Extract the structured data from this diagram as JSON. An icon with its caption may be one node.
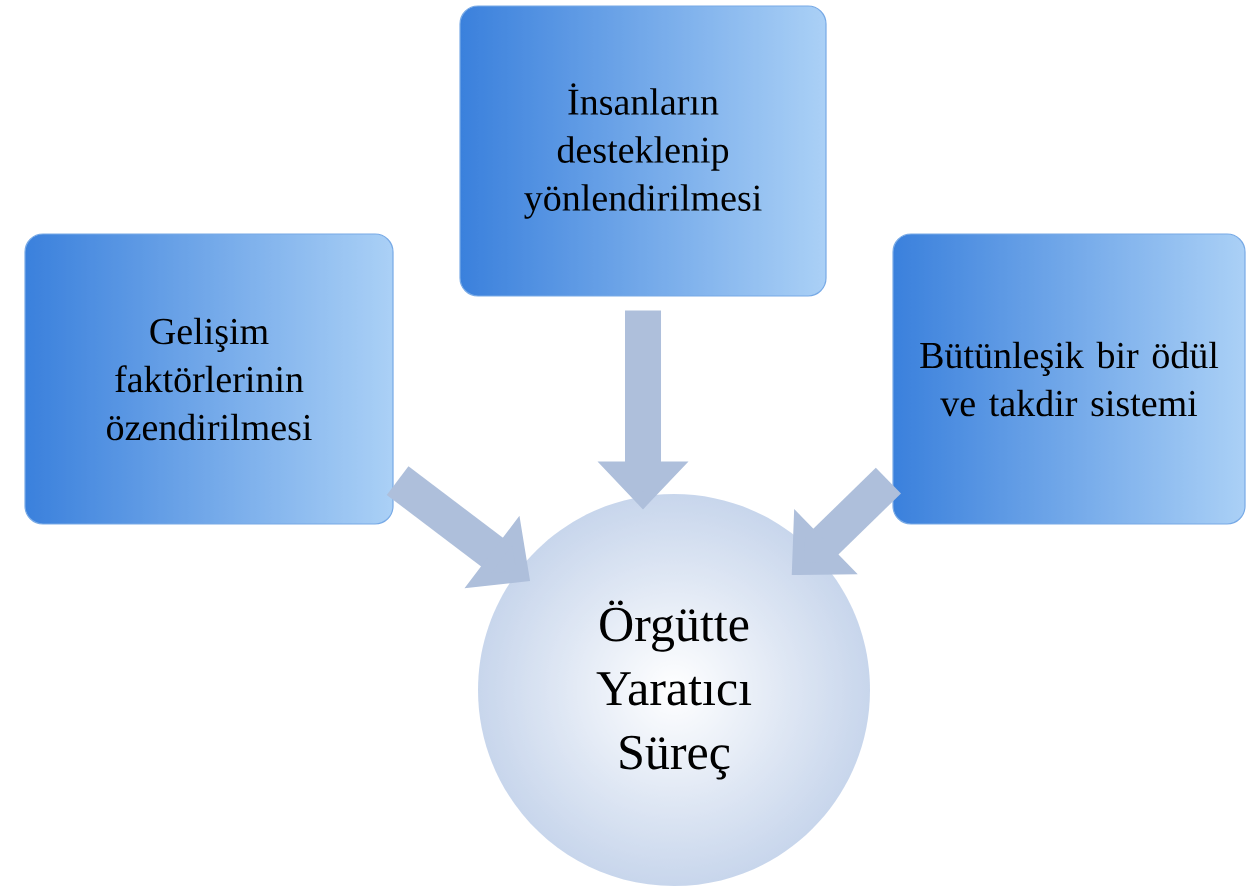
{
  "diagram": {
    "nodes": [
      {
        "text": [
          "Gelişim faktörlerinin özendirilmesi"
        ]
      },
      {
        "text": [
          "İnsanların desteklenip yönlendirilmesi"
        ]
      },
      {
        "text": [
          "Bütünleşik bir ödül ve takdir sistemi"
        ]
      },
      {
        "text": [
          "Örgütte Yaratıcı Süreç"
        ]
      }
    ],
    "edges": [
      {
        "from": 0,
        "to": 3,
        "arrow": "to"
      },
      {
        "from": 1,
        "to": 3,
        "arrow": "to"
      },
      {
        "from": 2,
        "to": 3,
        "arrow": "to"
      }
    ]
  }
}
